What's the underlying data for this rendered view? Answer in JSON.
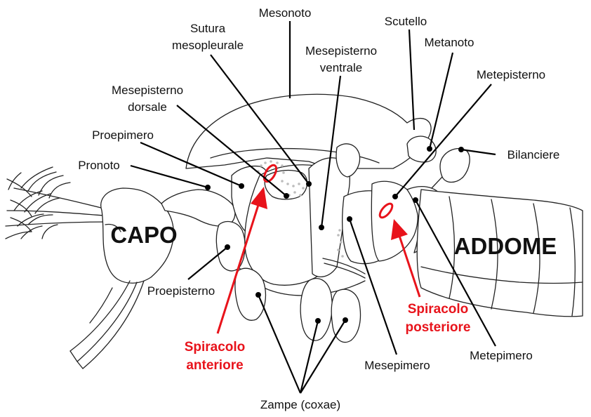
{
  "labels": {
    "mesonoto": "Mesonoto",
    "scutello": "Scutello",
    "sutura_line1": "Sutura",
    "sutura_line2": "mesopleurale",
    "metanoto": "Metanoto",
    "mesepisterno_ventrale_line1": "Mesepisterno",
    "mesepisterno_ventrale_line2": "ventrale",
    "metepisterno": "Metepisterno",
    "mesepisterno_dorsale_line1": "Mesepisterno",
    "mesepisterno_dorsale_line2": "dorsale",
    "proepimero": "Proepimero",
    "bilanciere": "Bilanciere",
    "pronoto": "Pronoto",
    "capo": "CAPO",
    "addome": "ADDOME",
    "proepisterno": "Proepisterno",
    "spiracolo_anteriore_line1": "Spiracolo",
    "spiracolo_anteriore_line2": "anteriore",
    "spiracolo_posteriore_line1": "Spiracolo",
    "spiracolo_posteriore_line2": "posteriore",
    "metepimero": "Metepimero",
    "mesepimero": "Mesepimero",
    "zampe": "Zampe (coxae)"
  },
  "colors": {
    "highlight": "#e8131b",
    "outline": "#222222",
    "text": "#111111",
    "stipple": "#bdbdbd"
  }
}
